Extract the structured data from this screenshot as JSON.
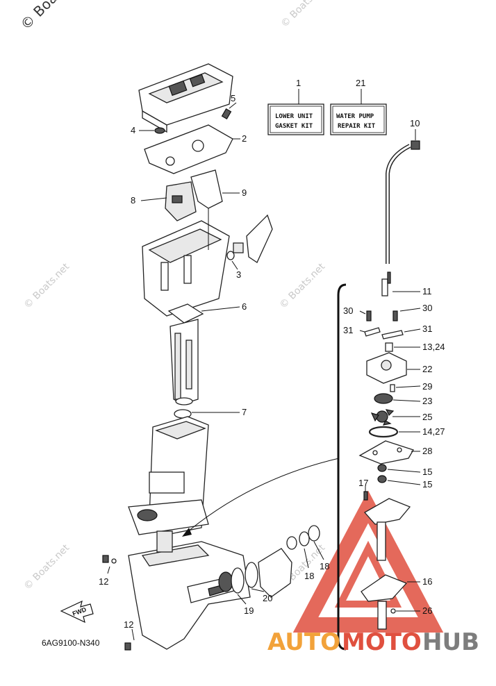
{
  "watermark_text": "© Boats.net",
  "diagram_code": "6AG9100-N340",
  "fwd_label": "FWD",
  "kits": [
    {
      "number": "1",
      "line1": "LOWER UNIT",
      "line2": "GASKET KIT"
    },
    {
      "number": "21",
      "line1": "WATER PUMP",
      "line2": "REPAIR KIT"
    }
  ],
  "callouts": [
    "5",
    "2",
    "4",
    "9",
    "8",
    "3",
    "6",
    "7",
    "10",
    "11",
    "30",
    "30",
    "31",
    "31",
    "13,24",
    "22",
    "29",
    "23",
    "25",
    "14,27",
    "28",
    "15",
    "15",
    "17",
    "16",
    "26",
    "12",
    "12",
    "18",
    "18",
    "19",
    "20"
  ],
  "logo": {
    "part1": "AUTO",
    "part2": "MOTO",
    "part3": "HUB",
    "color_orange": "#f2a23a",
    "color_red": "#e0503f",
    "color_gray": "#7d7d7d"
  }
}
